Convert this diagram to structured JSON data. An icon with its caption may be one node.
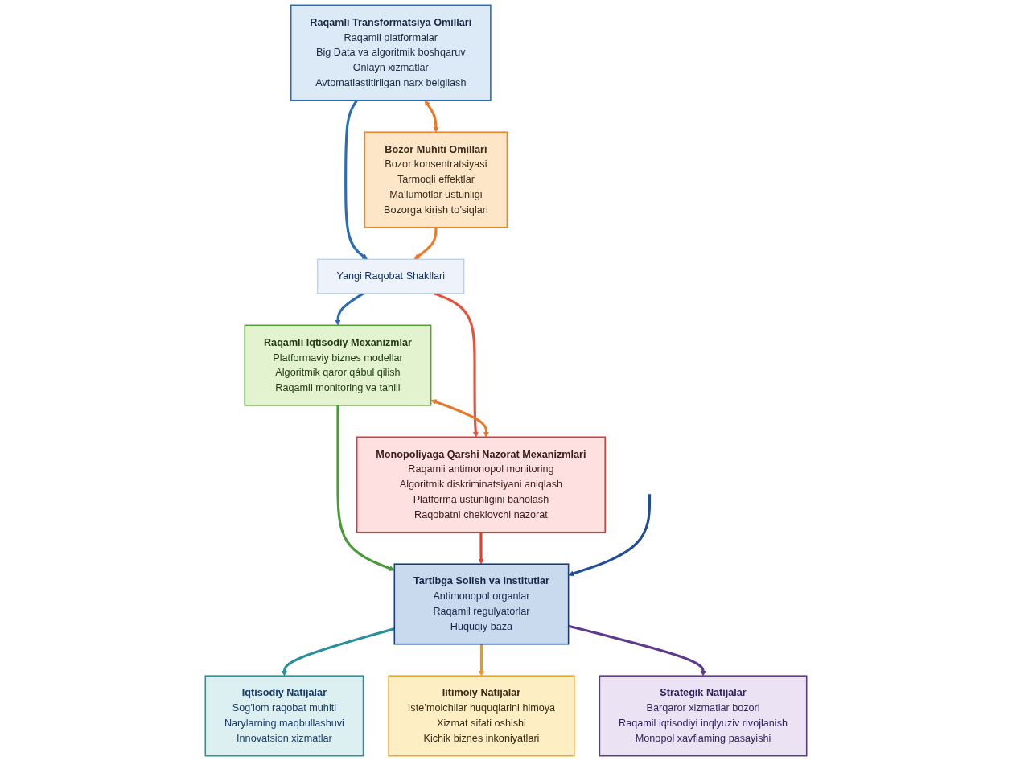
{
  "diagram": {
    "nodes": [
      {
        "text": [
          "Raqamli Transformatsiya Omillari",
          "Raqamli platformalar",
          "Big Data va algoritmik boshqaruv",
          "Onlayn xizmatlar",
          "Avtomatlastitirilgan narx belgilash"
        ]
      },
      {
        "text": [
          "Bozor Muhiti Omillari",
          "Bozor konsentratsiyasi",
          "Tarmoqli effektlar",
          "Ma’lumotlar ustunligi",
          "Bozorga kirish to’siqlari"
        ]
      },
      {
        "text": [
          "Yangi Raqobat Shakllari"
        ]
      },
      {
        "text": [
          "Raqamli Iqtisodiy Mexanizmlar",
          "Platformaviy biznes modellar",
          "Algoritmik qaror qábul qilish",
          "Raqamil monitoring va tahili"
        ]
      },
      {
        "text": [
          "Monopoliyaga Qarshi Nazorat Mexanizmlari",
          "Raqamii antimonopol monitoring",
          "Algoritmik diskriminatsiyani aniqlash",
          "Platforma ustunligini baholash",
          "Raqobatni cheklovchi nazorat"
        ]
      },
      {
        "text": [
          "Tartibga Solish va Institutlar",
          "Antimonopol organlar",
          "Raqamil regulyatorlar",
          "Huquqiy baza"
        ]
      },
      {
        "text": [
          "Iqtisodiy Natijalar",
          "Sog’lom raqobat muhiti",
          "Narylarning maqbullashuvi",
          "Innovatsion xizmatlar"
        ]
      },
      {
        "text": [
          "Iitimoiy Natijalar",
          "Iste’molchilar huquqlarini himoya",
          "Xizmat sifati oshishi",
          "Kichik biznes inkoniyatlari"
        ]
      },
      {
        "text": [
          "Strategik Natijalar",
          "Barqaror xizmatlar bozori",
          "Raqamil iqtisodiyi inqlyuziv rivojlanish",
          "Monopol xavflaming pasayishi"
        ]
      }
    ],
    "edges": [
      {
        "from": 0,
        "to": 1,
        "arrow": "both",
        "color": "#e8782a"
      },
      {
        "from": 0,
        "to": 2,
        "arrow": "to",
        "color": "#2a6db5"
      },
      {
        "from": 1,
        "to": 2,
        "arrow": "to",
        "color": "#ee7a2c"
      },
      {
        "from": 2,
        "to": 3,
        "arrow": "to",
        "color": "#2a6db5"
      },
      {
        "from": 2,
        "to": 4,
        "arrow": "to",
        "color": "#e8503a"
      },
      {
        "from": 3,
        "to": 4,
        "arrow": "both",
        "color": "#e8782a"
      },
      {
        "from": 3,
        "to": 5,
        "arrow": "to",
        "color": "#4a9a3a"
      },
      {
        "from": 4,
        "to": 5,
        "arrow": "to",
        "color": "#e2402f"
      },
      {
        "from": null,
        "to": 5,
        "arrow": "to",
        "color": "#1f4f96"
      },
      {
        "from": 5,
        "to": 6,
        "arrow": "to",
        "color": "#2a8f9c"
      },
      {
        "from": 5,
        "to": 7,
        "arrow": "to",
        "color": "#f0961e"
      },
      {
        "from": 5,
        "to": 8,
        "arrow": "to",
        "color": "#5e3a8c"
      }
    ]
  }
}
